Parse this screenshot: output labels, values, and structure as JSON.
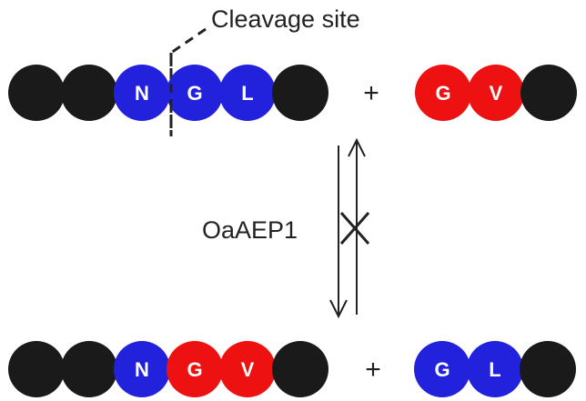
{
  "cleavage_label": "Cleavage site",
  "enzyme_label": "OaAEP1",
  "plus_sign": "+",
  "colors": {
    "black": "#1a1a1a",
    "blue": "#2222dd",
    "red": "#ee1111",
    "arrow": "#222222"
  },
  "substrate_1": [
    "",
    "",
    "N",
    "G",
    "L",
    ""
  ],
  "substrate_2": [
    "G",
    "V",
    ""
  ],
  "product_1": [
    "",
    "",
    "N",
    "G",
    "V",
    ""
  ],
  "product_2": [
    "G",
    "L",
    ""
  ],
  "residue_colors": {
    "substrate_1": [
      "black",
      "black",
      "blue",
      "blue",
      "blue",
      "black"
    ],
    "substrate_2": [
      "red",
      "red",
      "black"
    ],
    "product_1": [
      "black",
      "black",
      "blue",
      "red",
      "red",
      "black"
    ],
    "product_2": [
      "blue",
      "blue",
      "black"
    ]
  }
}
